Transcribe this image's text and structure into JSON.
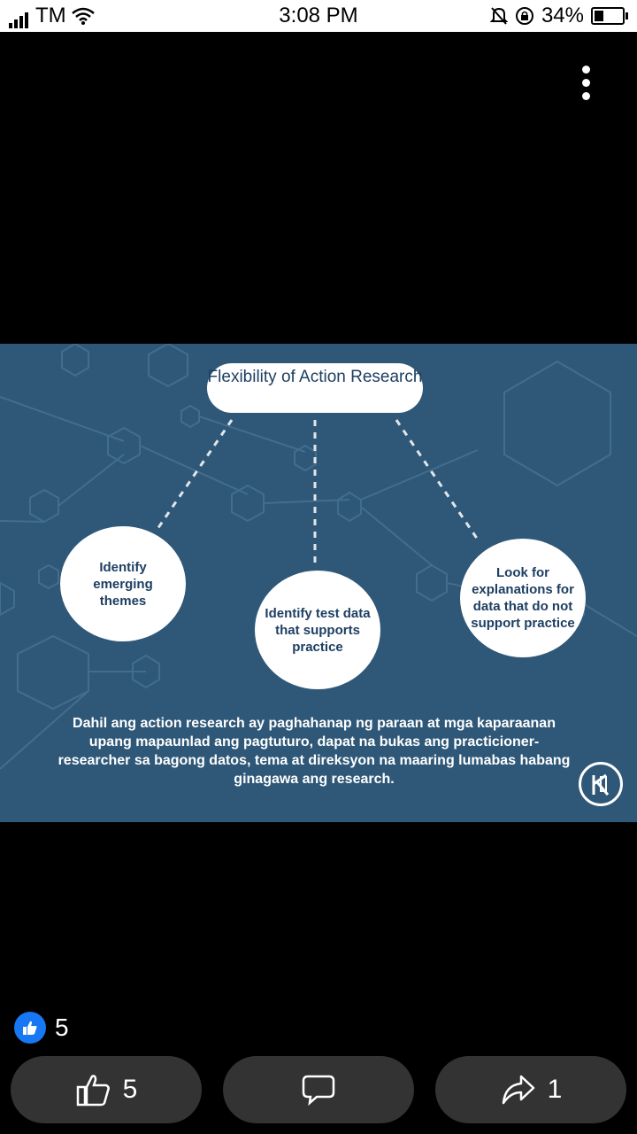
{
  "status_bar": {
    "carrier": "TM",
    "time": "3:08 PM",
    "battery": "34%",
    "icons": [
      "signal-icon",
      "wifi-icon",
      "mute-icon",
      "rotation-lock-icon",
      "battery-icon"
    ]
  },
  "image": {
    "title": "Flexibility of Action Research",
    "circles": [
      "Identify emerging themes",
      "Identify test data that supports practice",
      "Look for explanations for data that do not support practice"
    ],
    "caption": "Dahil ang action research ay paghahanap ng paraan at mga kaparaanan upang mapaunlad ang pagtuturo, dapat na bukas ang practicioner-researcher sa bagong datos, tema at direksyon na maaring lumabas habang ginagawa ang research.",
    "colors": {
      "background": "#2f5878",
      "text_dark": "#1e3f63"
    }
  },
  "reactions": {
    "count": "5"
  },
  "actions": {
    "like_count": "5",
    "share_count": "1"
  }
}
